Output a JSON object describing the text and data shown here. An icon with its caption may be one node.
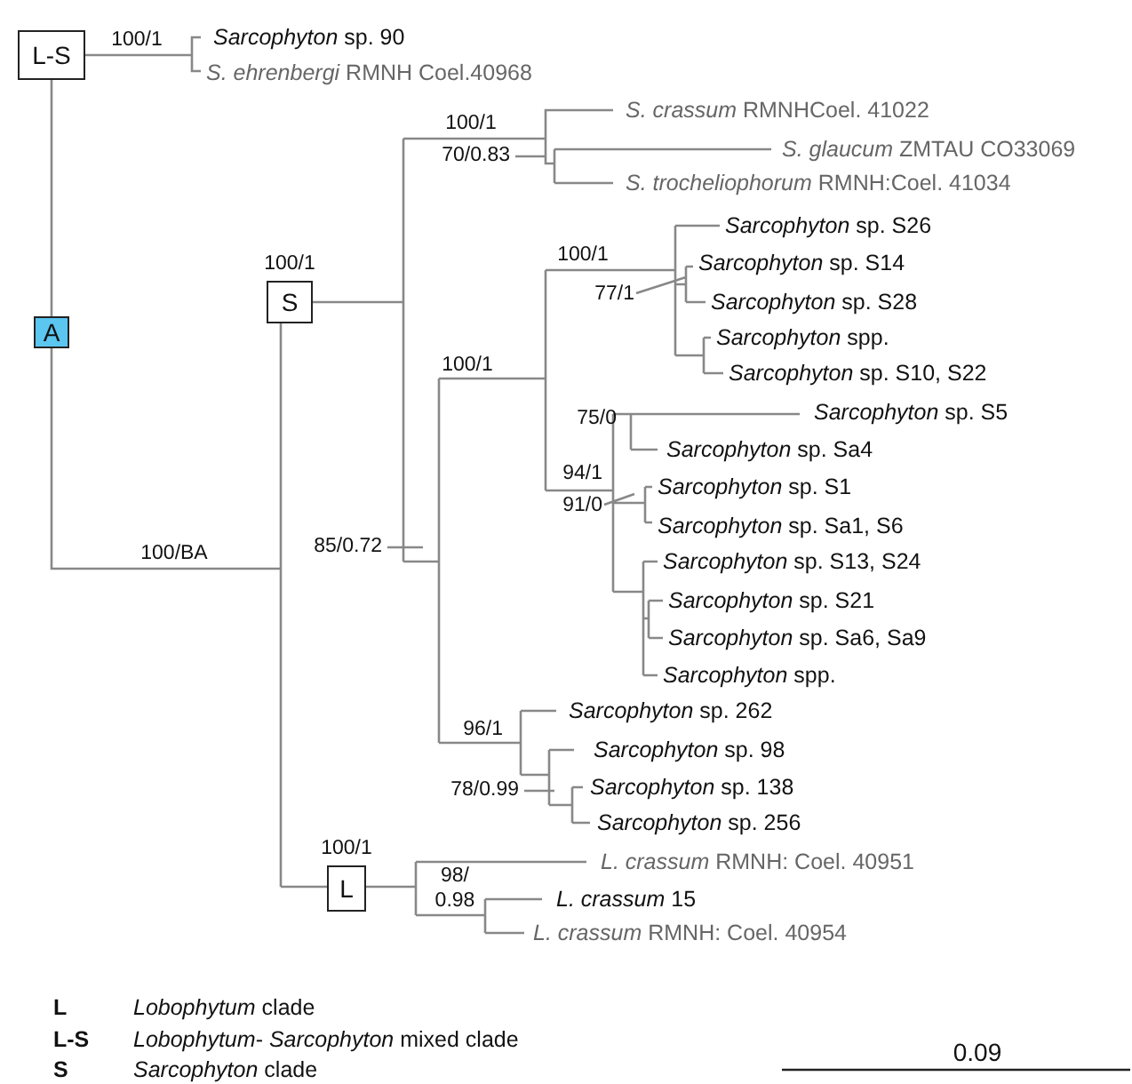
{
  "diagram": {
    "nodes": [
      {
        "text": [
          "L-S"
        ]
      },
      {
        "text": [
          "A"
        ]
      },
      {
        "text": [
          "S"
        ]
      },
      {
        "text": [
          "L"
        ]
      }
    ],
    "edges": [
      {
        "from": 0,
        "to": 1,
        "arrow": "none"
      }
    ],
    "labels": [
      "100/1",
      "*Sarcophyton* sp. 90",
      "*S. ehrenbergi* RMNH Coel.40968",
      "100/1",
      "*S. crassum* RMNHCoel. 41022",
      "70/0.83",
      "*S. glaucum* ZMTAU CO33069",
      "*S. trocheliophorum* RMNH:Coel. 41034",
      "*Sarcophyton* sp. S26",
      "100/1",
      "*Sarcophyton* sp. S14",
      "100/1",
      "77/1",
      "*Sarcophyton* sp. S28",
      "*Sarcophyton* spp.",
      "100/1",
      "*Sarcophyton* sp. S10, S22",
      "75/0",
      "*Sarcophyton* sp. S5",
      "*Sarcophyton* sp. Sa4",
      "94/1",
      "*Sarcophyton* sp. S1",
      "91/0",
      "85/0.72",
      "*Sarcophyton* sp. Sa1, S6",
      "100/BA",
      "*Sarcophyton* sp. S13, S24",
      "*Sarcophyton* sp. S21",
      "*Sarcophyton* sp. Sa6, Sa9",
      "*Sarcophyton* spp.",
      "96/1",
      "*Sarcophyton* sp. 262",
      "*Sarcophyton* sp. 98",
      "78/0.99",
      "*Sarcophyton* sp. 138",
      "*Sarcophyton* sp. 256",
      "100/1",
      "*L. crassum* RMNH: Coel. 40951",
      "98/ 0.98",
      "*L. crassum* 15",
      "*L. crassum* RMNH: Coel. 40954",
      "L",
      "*Lobophytum* clade",
      "L-S",
      "*Lobophytum*- *Sarcophyton* mixed clade",
      "S",
      "*Sarcophyton* clade",
      "0.09"
    ]
  }
}
